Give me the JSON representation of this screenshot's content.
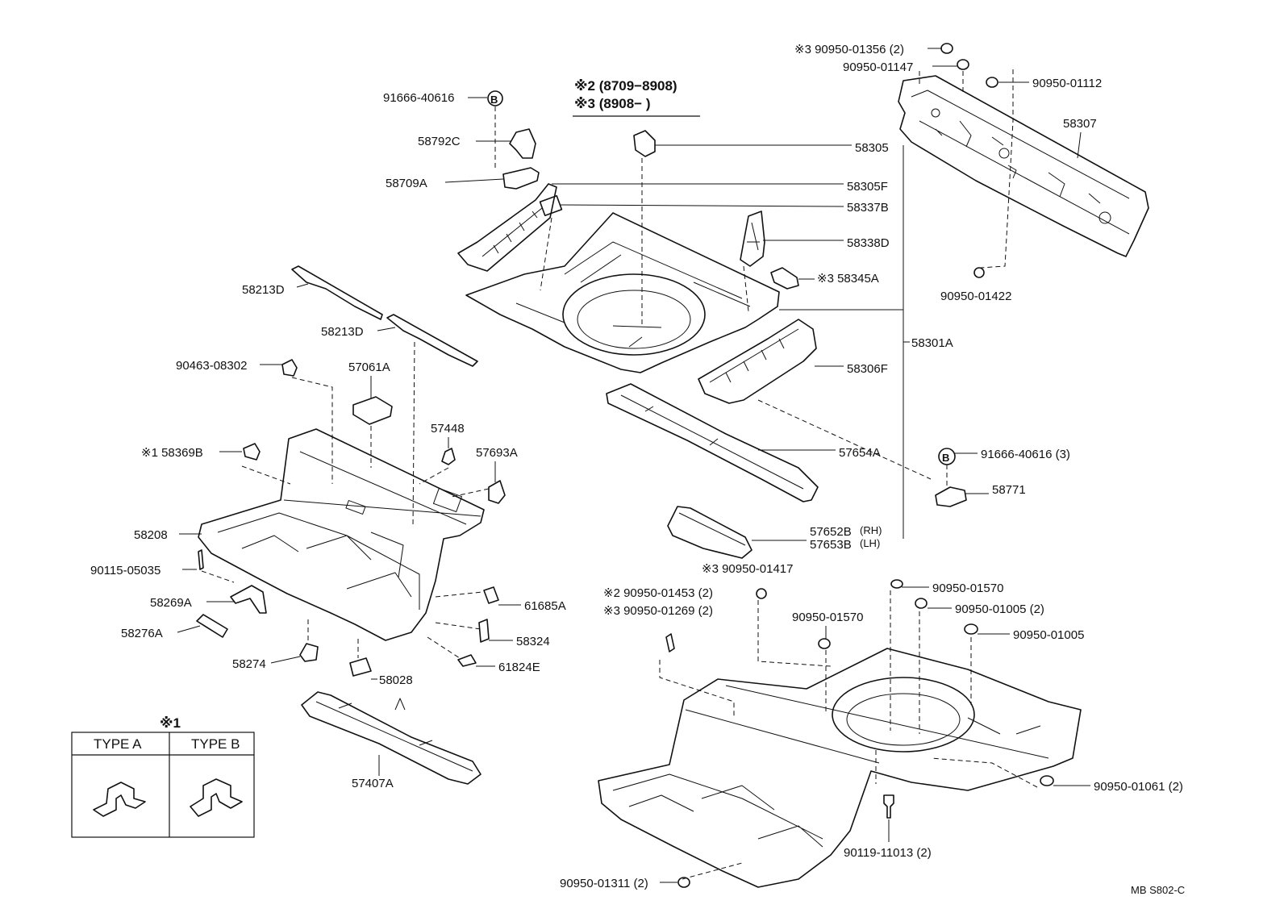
{
  "legend_header": {
    "line1": "※2 (8709−8908)",
    "line2": "※3 (8908−      )"
  },
  "type_box": {
    "mark": "※1",
    "type_a": "TYPE  A",
    "type_b": "TYPE  B"
  },
  "footer_code": "MB  S802-C",
  "labels": [
    {
      "id": "l1",
      "text": "※3 90950-01356 (2)"
    },
    {
      "id": "l2",
      "text": "90950-01147"
    },
    {
      "id": "l3",
      "text": "90950-01112"
    },
    {
      "id": "l4",
      "text": "58307"
    },
    {
      "id": "l5",
      "text": "90950-01422"
    },
    {
      "id": "l6",
      "text": "91666-40616"
    },
    {
      "id": "l7",
      "text": "58792C"
    },
    {
      "id": "l8",
      "text": "58709A"
    },
    {
      "id": "l9",
      "text": "58305"
    },
    {
      "id": "l10",
      "text": "58305F"
    },
    {
      "id": "l11",
      "text": "58337B"
    },
    {
      "id": "l12",
      "text": "58338D"
    },
    {
      "id": "l13",
      "text": "※3 58345A"
    },
    {
      "id": "l14",
      "text": "58301A"
    },
    {
      "id": "l15",
      "text": "58306F"
    },
    {
      "id": "l16",
      "text": "58213D"
    },
    {
      "id": "l17",
      "text": "58213D"
    },
    {
      "id": "l18",
      "text": "90463-08302"
    },
    {
      "id": "l19",
      "text": "57061A"
    },
    {
      "id": "l20",
      "text": "57448"
    },
    {
      "id": "l21",
      "text": "57693A"
    },
    {
      "id": "l22",
      "text": "※1 58369B"
    },
    {
      "id": "l23",
      "text": "57654A"
    },
    {
      "id": "l24",
      "text": "91666-40616 (3)"
    },
    {
      "id": "l25",
      "text": "58771"
    },
    {
      "id": "l26",
      "text": "58208"
    },
    {
      "id": "l27",
      "text": "90115-05035"
    },
    {
      "id": "l28",
      "text": "58269A"
    },
    {
      "id": "l29",
      "text": "58276A"
    },
    {
      "id": "l30",
      "text": "58274"
    },
    {
      "id": "l31",
      "text": "58028"
    },
    {
      "id": "l32",
      "text": "61685A"
    },
    {
      "id": "l33",
      "text": "58324"
    },
    {
      "id": "l34",
      "text": "61824E"
    },
    {
      "id": "l35",
      "text": "57652B"
    },
    {
      "id": "l36",
      "text": "(RH)"
    },
    {
      "id": "l37",
      "text": "57653B"
    },
    {
      "id": "l38",
      "text": "(LH)"
    },
    {
      "id": "l39",
      "text": "※3 90950-01417"
    },
    {
      "id": "l40",
      "text": "※2 90950-01453 (2)"
    },
    {
      "id": "l41",
      "text": "※3 90950-01269 (2)"
    },
    {
      "id": "l42",
      "text": "90950-01570"
    },
    {
      "id": "l43",
      "text": "90950-01570"
    },
    {
      "id": "l44",
      "text": "90950-01005 (2)"
    },
    {
      "id": "l45",
      "text": "90950-01005"
    },
    {
      "id": "l46",
      "text": "90950-01061 (2)"
    },
    {
      "id": "l47",
      "text": "90119-11013 (2)"
    },
    {
      "id": "l48",
      "text": "90950-01311 (2)"
    },
    {
      "id": "l49",
      "text": "57407A"
    }
  ]
}
